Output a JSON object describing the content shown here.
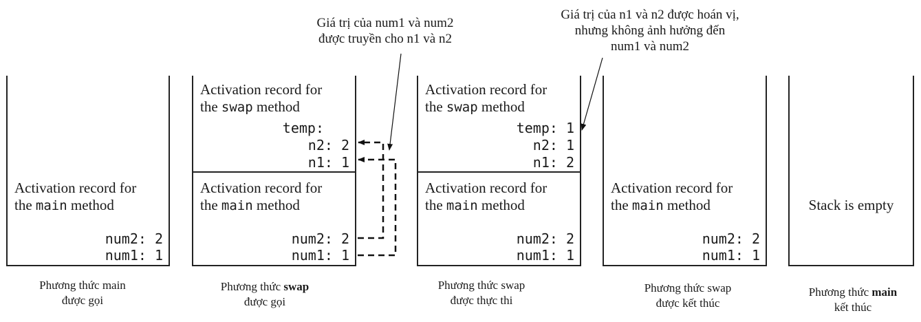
{
  "notes": {
    "passed_line1": "Giá trị của num1 và num2",
    "passed_line2": "được truyền cho n1 và n2",
    "swapped_line1": "Giá trị của n1 và n2 được hoán vị,",
    "swapped_line2": "nhưng không ảnh hưởng đến",
    "swapped_line3": "num1 và num2"
  },
  "labels": {
    "activation_record_for": "Activation record for",
    "the": "the",
    "method": "method",
    "main": "main",
    "swap": "swap",
    "stack_empty": "Stack is empty"
  },
  "vars": {
    "s1": {
      "num2": "num2: 2",
      "num1": "num1: 1"
    },
    "s2": {
      "temp": "temp:",
      "n2": "n2: 2",
      "n1": "n1: 1",
      "num2": "num2: 2",
      "num1": "num1: 1"
    },
    "s3": {
      "temp": "temp: 1",
      "n2": "n2: 1",
      "n1": "n1: 2",
      "num2": "num2: 2",
      "num1": "num1: 1"
    },
    "s4": {
      "num2": "num2: 2",
      "num1": "num1: 1"
    }
  },
  "captions": {
    "c1_line1": "Phương thức main",
    "c1_line2": "được gọi",
    "c2_prefix": "Phương thức ",
    "c2_bold": "swap",
    "c2_line2": "được gọi",
    "c3_line1": "Phương thức swap",
    "c3_line2": "được thực thi",
    "c4_line1": "Phương thức swap",
    "c4_line2": "được kết thúc",
    "c5_prefix": "Phương thức ",
    "c5_bold": "main",
    "c5_line2": "kết thúc"
  }
}
